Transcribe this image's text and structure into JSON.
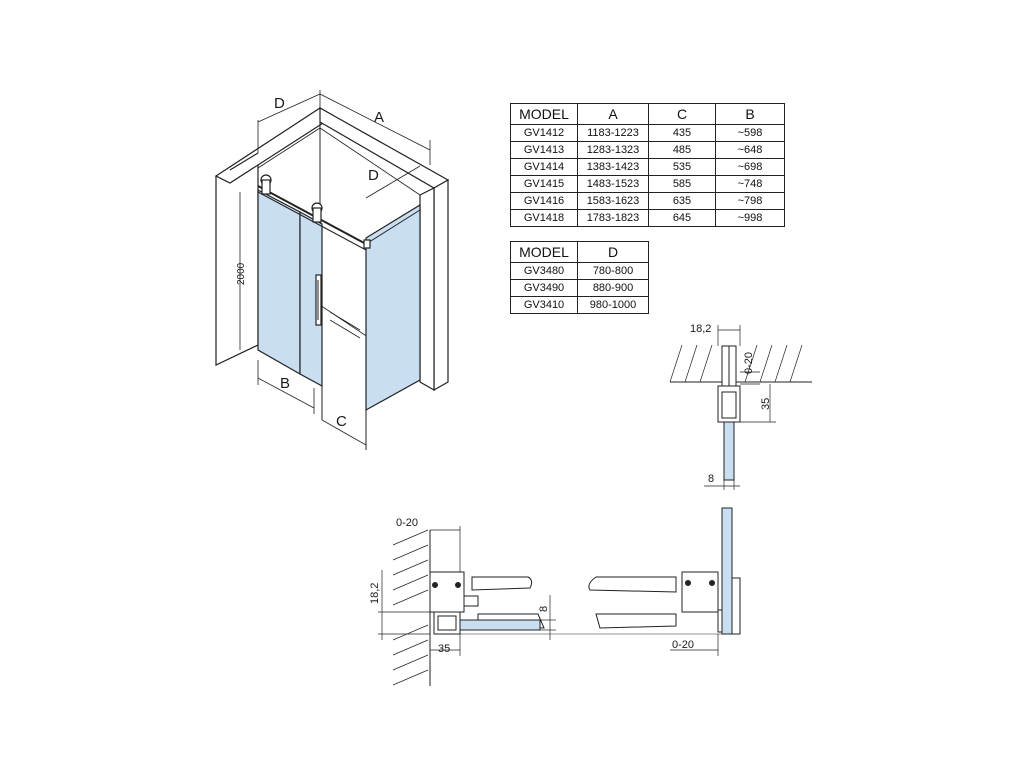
{
  "iso_labels": {
    "d_top": "D",
    "a_top": "A",
    "d_side": "D",
    "height": "2000",
    "b_bottom": "B",
    "c_bottom": "C"
  },
  "table_a": {
    "headers": [
      "MODEL",
      "A",
      "C",
      "B"
    ],
    "rows": [
      [
        "GV1412",
        "1183-1223",
        "435",
        "~598"
      ],
      [
        "GV1413",
        "1283-1323",
        "485",
        "~648"
      ],
      [
        "GV1414",
        "1383-1423",
        "535",
        "~698"
      ],
      [
        "GV1415",
        "1483-1523",
        "585",
        "~748"
      ],
      [
        "GV1416",
        "1583-1623",
        "635",
        "~798"
      ],
      [
        "GV1418",
        "1783-1823",
        "645",
        "~998"
      ]
    ]
  },
  "table_d": {
    "headers": [
      "MODEL",
      "D"
    ],
    "rows": [
      [
        "GV3480",
        "780-800"
      ],
      [
        "GV3490",
        "880-900"
      ],
      [
        "GV3410",
        "980-1000"
      ]
    ]
  },
  "detail_top": {
    "width_top": "18,2",
    "adjust": "0-20",
    "depth": "35",
    "glass": "8"
  },
  "detail_bottom_left": {
    "adjust": "0-20",
    "height": "18,2",
    "glass": "8",
    "depth": "35"
  },
  "detail_bottom_right": {
    "adjust": "0-20"
  },
  "colors": {
    "glass": "#c9def1",
    "wall": "#ffffff",
    "line": "#222222"
  }
}
